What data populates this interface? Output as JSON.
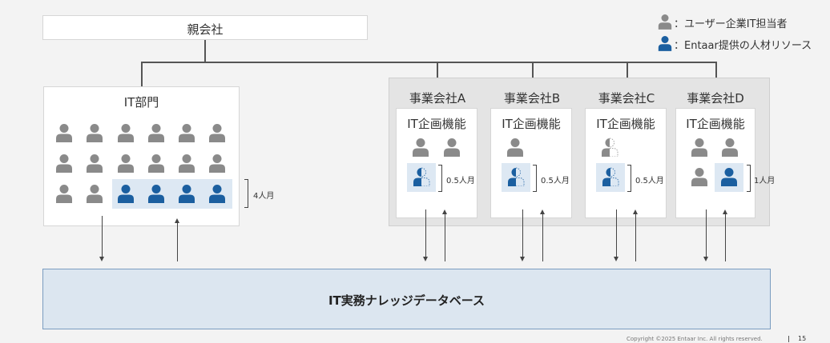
{
  "parent": {
    "label": "親会社"
  },
  "legend": {
    "user_label": "：ユーザー企業IT担当者",
    "entaar_label": "：Entaar提供の人材リソース",
    "user_color": "#8a8a8a",
    "entaar_color": "#1b5fa0"
  },
  "it_dept": {
    "label": "IT部門",
    "fte": "4人月"
  },
  "companies": [
    {
      "label": "事業会社A",
      "inner": "IT企画機能",
      "fte": "0.5人月"
    },
    {
      "label": "事業会社B",
      "inner": "IT企画機能",
      "fte": "0.5人月"
    },
    {
      "label": "事業会社C",
      "inner": "IT企画機能",
      "fte": "0.5人月"
    },
    {
      "label": "事業会社D",
      "inner": "IT企画機能",
      "fte": "1人月"
    }
  ],
  "database": {
    "label": "IT実務ナレッジデータベース"
  },
  "footer": {
    "copyright": "Copyright ©2025 Entaar Inc. All rights reserved.",
    "page": "15"
  }
}
